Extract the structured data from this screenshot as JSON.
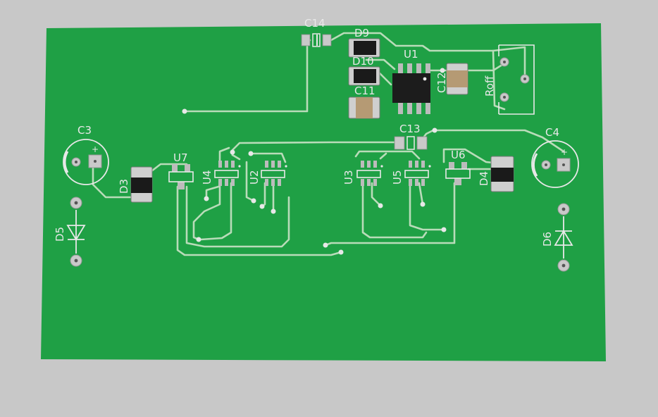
{
  "board": {
    "background_color": "#c8c8c8",
    "pcb_color": "#1fa045",
    "trace_color": "#b9dcb9",
    "silkscreen_color": "#e8e8e8"
  },
  "labels": {
    "c14": "C14",
    "d9": "D9",
    "d10": "D10",
    "u1": "U1",
    "c12": "C12",
    "roff": "Roff",
    "c11": "C11",
    "c3": "C3",
    "c4": "C4",
    "c13": "C13",
    "u7": "U7",
    "u4": "U4",
    "u2": "U2",
    "u3": "U3",
    "u5": "U5",
    "u6": "U6",
    "d3": "D3",
    "d4": "D4",
    "d5": "D5",
    "d6": "D6",
    "plus_c3": "+",
    "plus_c4": "+"
  }
}
